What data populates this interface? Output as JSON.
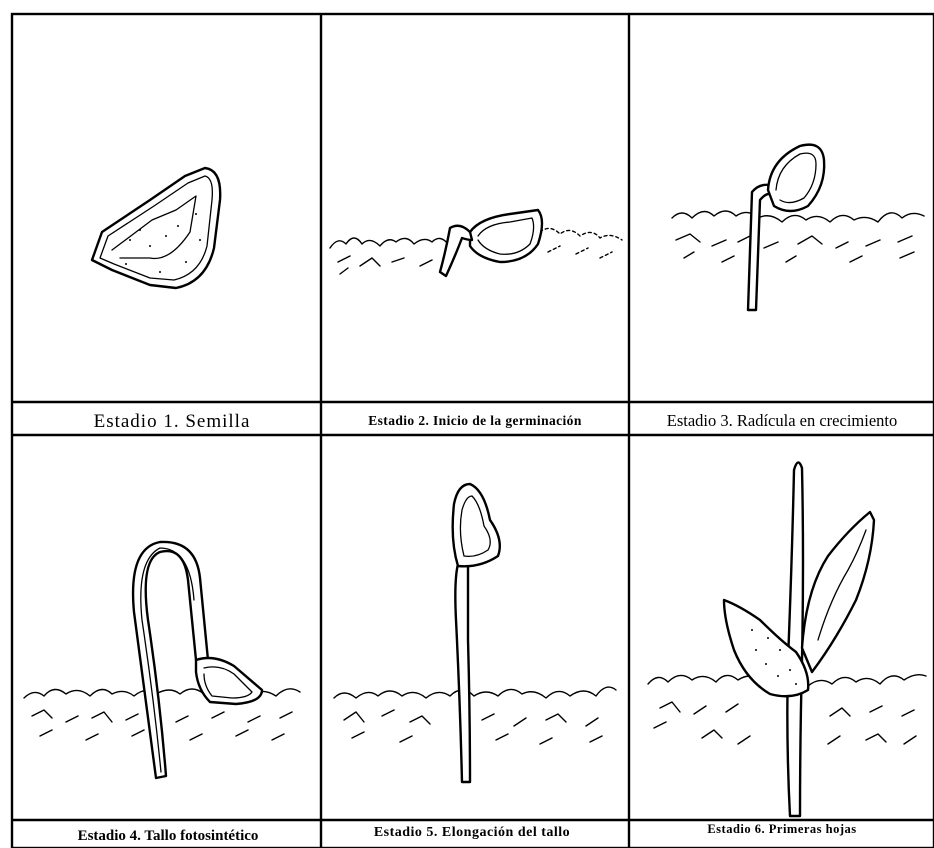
{
  "stages": [
    {
      "caption": "Estadio 1. Semilla"
    },
    {
      "caption": "Estadio 2. Inicio de la germinación"
    },
    {
      "caption": "Estadio 3. Radícula en crecimiento"
    },
    {
      "caption": "Estadio 4. Tallo fotosintético"
    },
    {
      "caption": "Estadio 5. Elongación del tallo"
    },
    {
      "caption": "Estadio 6. Primeras hojas"
    }
  ]
}
